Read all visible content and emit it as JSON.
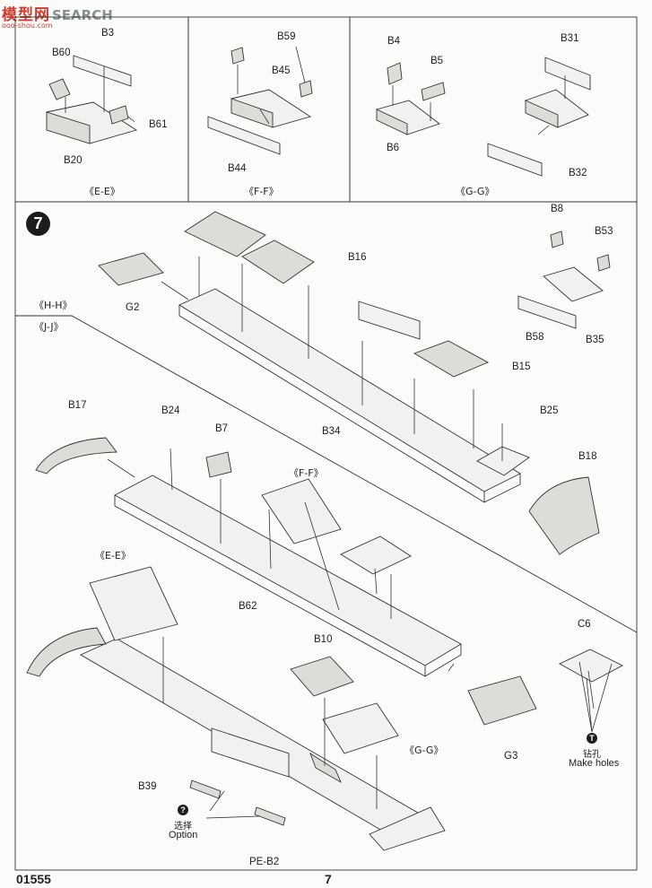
{
  "watermark": {
    "title": "模型网",
    "subtitle": "SEARCH",
    "url": "ooo-shou.com"
  },
  "step_number": "7",
  "footer": {
    "product_code": "01555",
    "page_number": "7"
  },
  "panels": {
    "ee": {
      "label": "《E-E》",
      "parts": [
        "B3",
        "B60",
        "B61",
        "B20"
      ]
    },
    "ff": {
      "label": "《F-F》",
      "parts": [
        "B59",
        "B45",
        "B44"
      ]
    },
    "gg": {
      "label": "《G-G》",
      "parts": [
        "B4",
        "B5",
        "B6",
        "B31",
        "B32"
      ]
    }
  },
  "subassembly_labels": {
    "hh": "《H-H》",
    "jj": "《J-J》",
    "ff": "《F-F》",
    "ee": "《E-E》",
    "gg": "《G-G》"
  },
  "parts": {
    "b16": "B16",
    "g2": "G2",
    "b8": "B8",
    "b53": "B53",
    "b58": "B58",
    "b35": "B35",
    "b15": "B15",
    "b34": "B34",
    "b25": "B25",
    "b17": "B17",
    "b24": "B24",
    "b7": "B7",
    "b18": "B18",
    "b62": "B62",
    "c6": "C6",
    "b10": "B10",
    "g3": "G3",
    "b39": "B39",
    "pe_b2": "PE-B2"
  },
  "notes": {
    "make_holes_cn": "钻孔",
    "make_holes_en": "Make holes",
    "make_holes_icon": "T",
    "option_cn": "选择",
    "option_en": "Option",
    "option_icon": "?"
  }
}
